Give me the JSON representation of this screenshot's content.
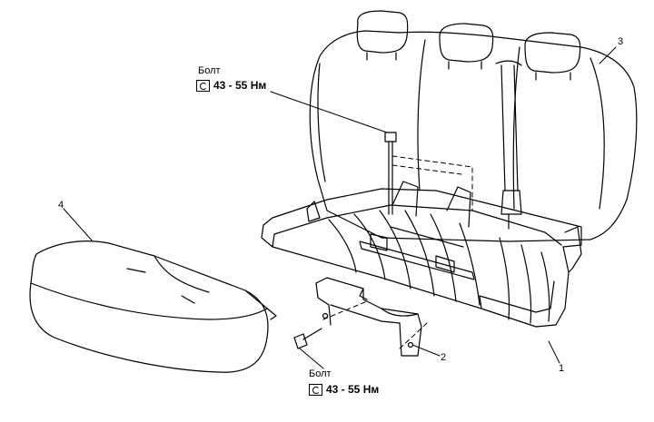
{
  "callouts": [
    {
      "id": "1",
      "text": "1"
    },
    {
      "id": "2",
      "text": "2"
    },
    {
      "id": "3",
      "text": "3"
    },
    {
      "id": "4",
      "text": "4"
    }
  ],
  "bolt_top": {
    "label": "Болт",
    "torque": "43 - 55 Нм",
    "icon": "torque-wrench-icon"
  },
  "bolt_bottom": {
    "label": "Болт",
    "torque": "43 - 55 Нм",
    "icon": "torque-wrench-icon"
  }
}
